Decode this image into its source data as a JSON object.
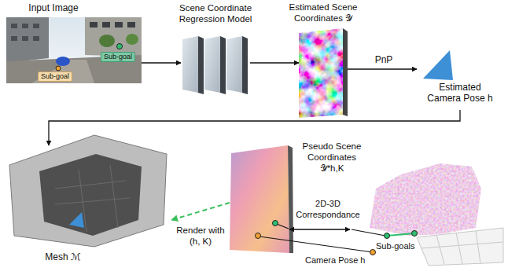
{
  "diagram": {
    "nodes": [
      {
        "text": [
          "Input Image"
        ]
      },
      {
        "text": [
          "Sub-goal"
        ],
        "in": 0
      },
      {
        "text": [
          "Sub-goal"
        ],
        "in": 0
      },
      {
        "text": [
          "Scene Coordinate Regression Model"
        ]
      },
      {
        "text": [
          "Estimated Scene Coordinates 𝒴"
        ]
      },
      {
        "text": [
          "Estimated Camera Pose h"
        ]
      },
      {
        "text": [
          "Mesh ℳ"
        ]
      },
      {
        "text": [
          "Pseudo Scene Coordinates",
          "𝒴*h,K"
        ]
      },
      {
        "text": [
          "Sub-goals",
          "Camera Pose h"
        ]
      }
    ],
    "edges": [
      {
        "from": 0,
        "to": 3,
        "arrow": "to"
      },
      {
        "from": 3,
        "to": 4,
        "arrow": "to"
      },
      {
        "from": 4,
        "to": 5,
        "label": "PnP",
        "arrow": "to"
      },
      {
        "from": 5,
        "to": 6,
        "arrow": "to"
      },
      {
        "from": 7,
        "to": 6,
        "label": "Render with (h, K)",
        "arrow": "to"
      },
      {
        "from": 7,
        "to": 8,
        "label": "2D-3D Correspondance",
        "arrow": "both"
      }
    ]
  }
}
